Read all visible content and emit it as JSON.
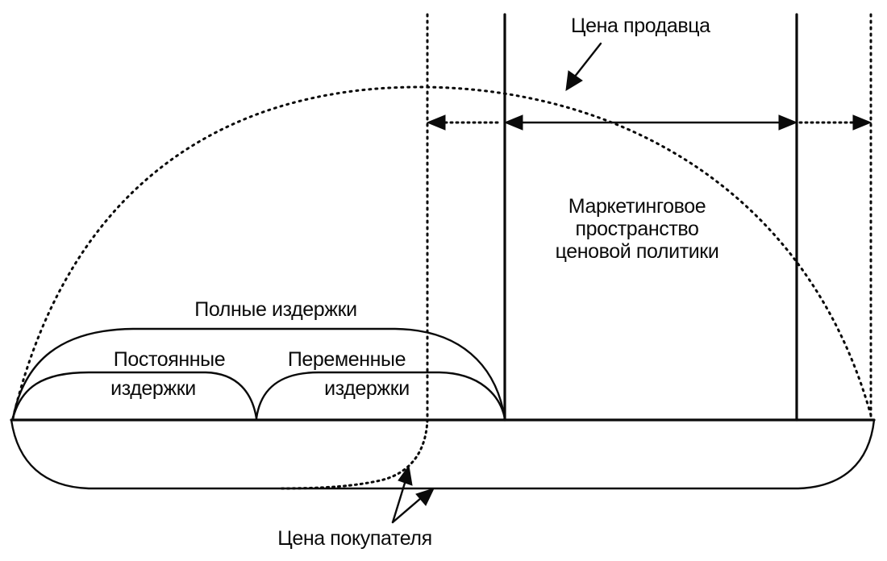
{
  "labels": {
    "seller_price": "Цена продавца",
    "marketing_space": [
      "Маркетинговое",
      "пространство",
      "ценовой политики"
    ],
    "full_costs": "Полные издержки",
    "fixed_costs": [
      "Постоянные",
      "издержки"
    ],
    "variable_costs": [
      "Переменные",
      "издержки"
    ],
    "buyer_price": "Цена покупателя"
  },
  "colors": {
    "ink": "#0a0a0a",
    "paper": "#ffffff"
  }
}
